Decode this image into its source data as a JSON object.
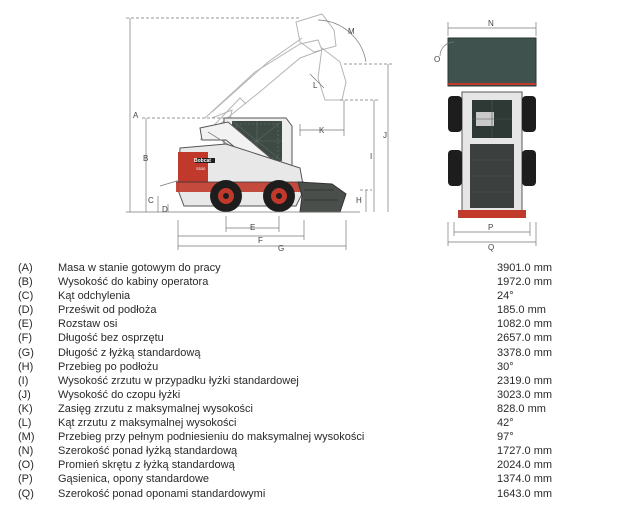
{
  "diagram": {
    "side_labels": [
      "A",
      "B",
      "C",
      "D",
      "E",
      "F",
      "G",
      "H",
      "I",
      "J",
      "K",
      "L",
      "M"
    ],
    "front_labels": [
      "N",
      "O",
      "P",
      "Q"
    ],
    "brand": "Bobcat",
    "model": "S530"
  },
  "specs": [
    {
      "code": "(A)",
      "label": "Masa w stanie gotowym do pracy",
      "value": "3901.0 mm"
    },
    {
      "code": "(B)",
      "label": "Wysokość do kabiny operatora",
      "value": "1972.0 mm"
    },
    {
      "code": "(C)",
      "label": "Kąt odchylenia",
      "value": "24°"
    },
    {
      "code": "(D)",
      "label": "Prześwit od podłoża",
      "value": "185.0 mm"
    },
    {
      "code": "(E)",
      "label": "Rozstaw osi",
      "value": "1082.0 mm"
    },
    {
      "code": "(F)",
      "label": "Długość bez osprzętu",
      "value": "2657.0 mm"
    },
    {
      "code": "(G)",
      "label": "Długość z łyżką standardową",
      "value": "3378.0 mm"
    },
    {
      "code": "(H)",
      "label": "Przebieg po podłożu",
      "value": "30°"
    },
    {
      "code": "(I)",
      "label": "Wysokość zrzutu w przypadku łyżki standardowej",
      "value": "2319.0 mm"
    },
    {
      "code": "(J)",
      "label": "Wysokość do czopu łyżki",
      "value": "3023.0 mm"
    },
    {
      "code": "(K)",
      "label": "Zasięg zrzutu z maksymalnej wysokości",
      "value": "828.0 mm"
    },
    {
      "code": "(L)",
      "label": "Kąt zrzutu z maksymalnej wysokości",
      "value": "42°"
    },
    {
      "code": "(M)",
      "label": "Przebieg przy pełnym podniesieniu do maksymalnej wysokości",
      "value": "97°"
    },
    {
      "code": "(N)",
      "label": "Szerokość ponad łyżką standardową",
      "value": "1727.0 mm"
    },
    {
      "code": "(O)",
      "label": "Promień skrętu z łyżką standardową",
      "value": "2024.0 mm"
    },
    {
      "code": "(P)",
      "label": "Gąsienica, opony standardowe",
      "value": "1374.0 mm"
    },
    {
      "code": "(Q)",
      "label": "Szerokość ponad oponami standardowymi",
      "value": "1643.0 mm"
    }
  ]
}
